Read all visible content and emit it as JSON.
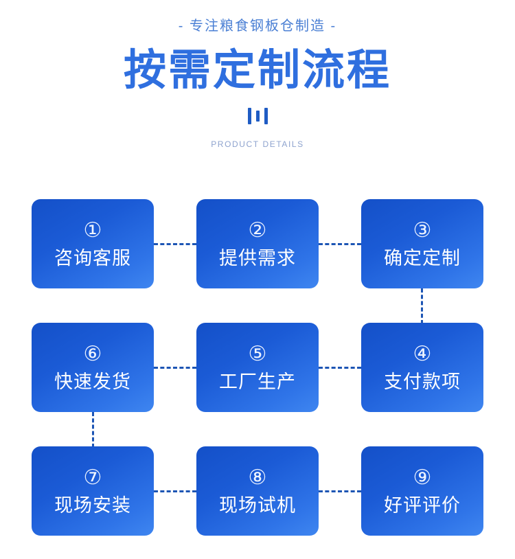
{
  "header": {
    "subtitle": "- 专注粮食钢板仓制造 -",
    "title": "按需定制流程",
    "eyebrow": "PRODUCT DETAILS",
    "decor_icon": "three-vertical-bars-icon"
  },
  "colors": {
    "title_blue": "#2f6fdf",
    "subtitle_blue": "#4a7fd4",
    "eyebrow_blue_gray": "#8ea3ce",
    "card_gradient_start": "#1450c8",
    "card_gradient_end": "#3f86f0",
    "connector_blue": "#1d55b4",
    "background": "#ffffff"
  },
  "flow": {
    "steps": [
      {
        "num": "①",
        "label": "咨询客服"
      },
      {
        "num": "②",
        "label": "提供需求"
      },
      {
        "num": "③",
        "label": "确定定制"
      },
      {
        "num": "④",
        "label": "支付款项"
      },
      {
        "num": "⑤",
        "label": "工厂生产"
      },
      {
        "num": "⑥",
        "label": "快速发货"
      },
      {
        "num": "⑦",
        "label": "现场安装"
      },
      {
        "num": "⑧",
        "label": "现场试机"
      },
      {
        "num": "⑨",
        "label": "好评评价"
      }
    ],
    "grid_order": [
      {
        "step_index": 0,
        "row": 0,
        "col": 0
      },
      {
        "step_index": 1,
        "row": 0,
        "col": 1
      },
      {
        "step_index": 2,
        "row": 0,
        "col": 2
      },
      {
        "step_index": 5,
        "row": 1,
        "col": 0
      },
      {
        "step_index": 4,
        "row": 1,
        "col": 1
      },
      {
        "step_index": 3,
        "row": 1,
        "col": 2
      },
      {
        "step_index": 6,
        "row": 2,
        "col": 0
      },
      {
        "step_index": 7,
        "row": 2,
        "col": 1
      },
      {
        "step_index": 8,
        "row": 2,
        "col": 2
      }
    ]
  }
}
